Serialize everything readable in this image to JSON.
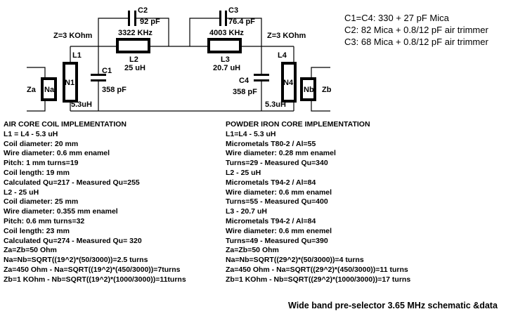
{
  "schematic": {
    "c2_name": "C2",
    "c2_value": "92 pF",
    "c3_name": "C3",
    "c3_value": "76.4 pF",
    "l2_freq": "3322 KHz",
    "l3_freq": "4003 KHz",
    "l2_name": "L2",
    "l2_value": "25 uH",
    "l3_name": "L3",
    "l3_value": "20.7 uH",
    "z_left": "Z=3 KOhm",
    "z_right": "Z=3 KOhm",
    "l1_name": "L1",
    "l4_name": "L4",
    "c1_name": "C1",
    "c1_value": "358 pF",
    "c4_name": "C4",
    "c4_value": "358 pF",
    "n1_label": "N1",
    "n4_label": "N4",
    "na_label": "Na",
    "nb_label": "Nb",
    "za_label": "Za",
    "zb_label": "Zb",
    "l1_value": "5.3uH",
    "l4_value": "5.3uH"
  },
  "notes": [
    "C1=C4: 330 + 27 pF Mica",
    "C2: 82 Mica + 0.8/12 pF air trimmer",
    "C3: 68 Mica + 0.8/12 pF air trimmer"
  ],
  "air_core": [
    "AIR CORE COIL IMPLEMENTATION",
    "L1 = L4 - 5.3 uH",
    "Coil diameter: 20 mm",
    "Wire diameter: 0.6 mm enamel",
    "Pitch: 1 mm  turns=19",
    "Coil length: 19 mm",
    "Calculated Qu=217 -  Measured Qu=255",
    "L2 - 25 uH",
    "Coil diameter: 25 mm",
    "Wire diameter: 0.355 mm enamel",
    "Pitch: 0.6 mm turns=32",
    "Coil length: 23 mm",
    "Calculated Qu=274 - Measured Qu= 320",
    "Za=Zb=50 Ohm",
    "Na=Nb=SQRT((19^2)*(50/3000))=2.5 turns",
    "Za=450 Ohm - Na=SQRT((19^2)*(450/3000))=7turns",
    "Zb=1 KOhm - Nb=SQRT((19^2)*(1000/3000))=11turns"
  ],
  "powder_core": [
    "POWDER IRON CORE IMPLEMENTATION",
    "L1=L4 - 5.3 uH",
    "Micrometals T80-2 / Al=55",
    "Wire diameter: 0.28 mm enamel",
    "Turns=29 - Measured Qu=340",
    "L2 - 25 uH",
    "Micrometals T94-2 / Al=84",
    "Wire diameter: 0.6 mm enamel",
    "Turns=55 - Measured Qu=400",
    "L3 - 20.7 uH",
    "Micrometals T94-2 / Al=84",
    "Wire diameter: 0.6 mm enemel",
    "Turns=49 - Measured Qu=390",
    "Za=Zb=50 Ohm",
    "Na=Nb=SQRT((29^2)*(50/3000))=4 turns",
    "Za=450 Ohm - Na=SQRT((29^2)*(450/3000))=11 turns",
    "Zb=1 KOhm - Nb=SQRT((29^2)*(1000/3000))=17 turns"
  ],
  "caption": "Wide band pre-selector 3.65 MHz schematic &data"
}
